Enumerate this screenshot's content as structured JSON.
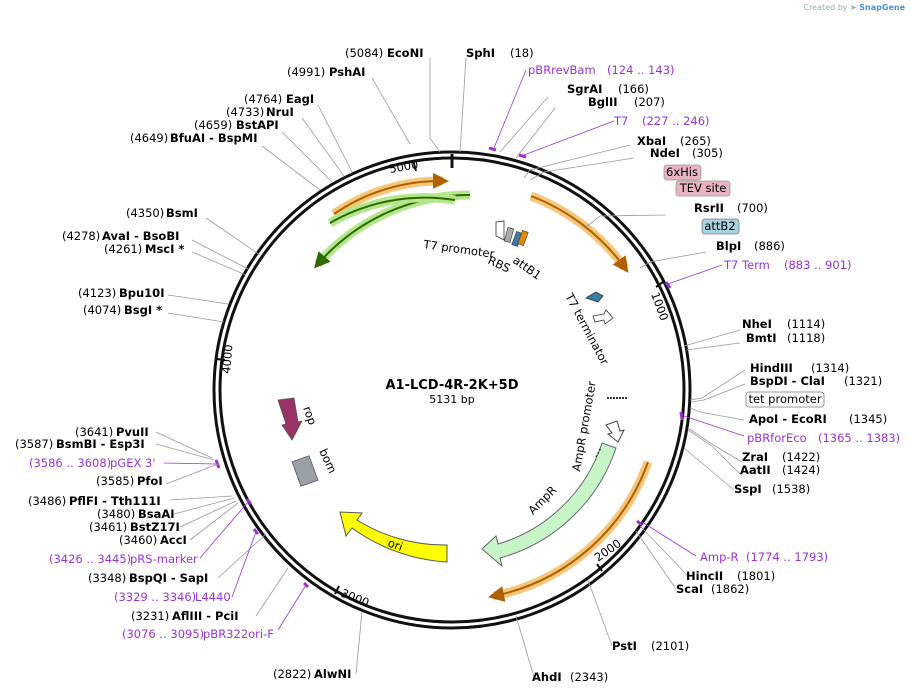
{
  "credit": {
    "prefix": "Created by",
    "brand": "SnapGene"
  },
  "plasmid": {
    "name": "A1-LCD-4R-2K+5D",
    "size_label": "5131 bp"
  },
  "ticks": [
    "5000",
    "1000",
    "2000",
    "3000",
    "4000"
  ],
  "sites": [
    {
      "pos": "(5084)",
      "name": "EcoNI"
    },
    {
      "pos": "(18)",
      "name": "SphI"
    },
    {
      "pos": "(4991)",
      "name": "PshAI"
    },
    {
      "pos": "(166)",
      "name": "SgrAI"
    },
    {
      "pos": "(207)",
      "name": "BglII"
    },
    {
      "pos": "(4764)",
      "name": "EagI"
    },
    {
      "pos": "(4733)",
      "name": "NruI"
    },
    {
      "pos": "(4659)",
      "name": "BstAPI"
    },
    {
      "pos": "(4649)",
      "name": "BfuAI  - BspMI"
    },
    {
      "pos": "(265)",
      "name": "XbaI"
    },
    {
      "pos": "(305)",
      "name": "NdeI"
    },
    {
      "pos": "(700)",
      "name": "RsrII"
    },
    {
      "pos": "(886)",
      "name": "BlpI"
    },
    {
      "pos": "(4350)",
      "name": "BsmI"
    },
    {
      "pos": "(4278)",
      "name": "AvaI  - BsoBI"
    },
    {
      "pos": "(4261)",
      "name": "MscI *"
    },
    {
      "pos": "(4123)",
      "name": "Bpu10I"
    },
    {
      "pos": "(4074)",
      "name": "BsgI *"
    },
    {
      "pos": "(1114)",
      "name": "NheI"
    },
    {
      "pos": "(1118)",
      "name": "BmtI"
    },
    {
      "pos": "(1314)",
      "name": "HindIII"
    },
    {
      "pos": "(1321)",
      "name": "BspDI  - ClaI"
    },
    {
      "pos": "(1345)",
      "name": "ApoI  - EcoRI"
    },
    {
      "pos": "(3641)",
      "name": "PvuII"
    },
    {
      "pos": "(3587)",
      "name": "BsmBI  - Esp3I"
    },
    {
      "pos": "(3585)",
      "name": "PfoI"
    },
    {
      "pos": "(1422)",
      "name": "ZraI"
    },
    {
      "pos": "(1424)",
      "name": "AatII"
    },
    {
      "pos": "(1538)",
      "name": "SspI"
    },
    {
      "pos": "(3486)",
      "name": "PflFI  - Tth111I"
    },
    {
      "pos": "(3480)",
      "name": "BsaAI"
    },
    {
      "pos": "(3461)",
      "name": "BstZ17I"
    },
    {
      "pos": "(3460)",
      "name": "AccI"
    },
    {
      "pos": "(3348)",
      "name": "BspQI  - SapI"
    },
    {
      "pos": "(1801)",
      "name": "HincII"
    },
    {
      "pos": "(1862)",
      "name": "ScaI"
    },
    {
      "pos": "(3231)",
      "name": "AflIII  - PciI"
    },
    {
      "pos": "(2101)",
      "name": "PstI"
    },
    {
      "pos": "(2822)",
      "name": "AlwNI"
    },
    {
      "pos": "(2343)",
      "name": "AhdI"
    }
  ],
  "primers": [
    {
      "name": "pBRrevBam",
      "range": "(124 .. 143)"
    },
    {
      "name": "T7",
      "range": "(227 .. 246)"
    },
    {
      "name": "T7 Term",
      "range": "(883 .. 901)"
    },
    {
      "name": "pBRforEco",
      "range": "(1365 .. 1383)"
    },
    {
      "name": "Amp-R",
      "range": "(1774 .. 1793)"
    },
    {
      "name": "pGEX 3'",
      "range": "(3586 .. 3608)"
    },
    {
      "name": "pRS-marker",
      "range": "(3426 .. 3445)"
    },
    {
      "name": "L4440",
      "range": "(3329 .. 3346)"
    },
    {
      "name": "pBR322ori-F",
      "range": "(3076 .. 3095)"
    }
  ],
  "feature_boxes": [
    "6xHis",
    "TEV site",
    "attB2",
    "tet promoter"
  ],
  "features": [
    "T7 promoter",
    "RBS",
    "attB1",
    "T7 terminator",
    "AmpR promoter",
    "AmpR",
    "ori",
    "rop",
    "bom",
    "..."
  ],
  "colors": {
    "backbone": "#111111",
    "primer": "#9933cc",
    "ampr": "#c8f5c8",
    "ori": "#ffff00",
    "rop": "#993366",
    "orf": "#e08a00",
    "highlight_orange": "#f5c77a",
    "highlight_green": "#b4e68c",
    "his_box": "#e8b4c4",
    "attb_box": "#a8d4e0"
  }
}
